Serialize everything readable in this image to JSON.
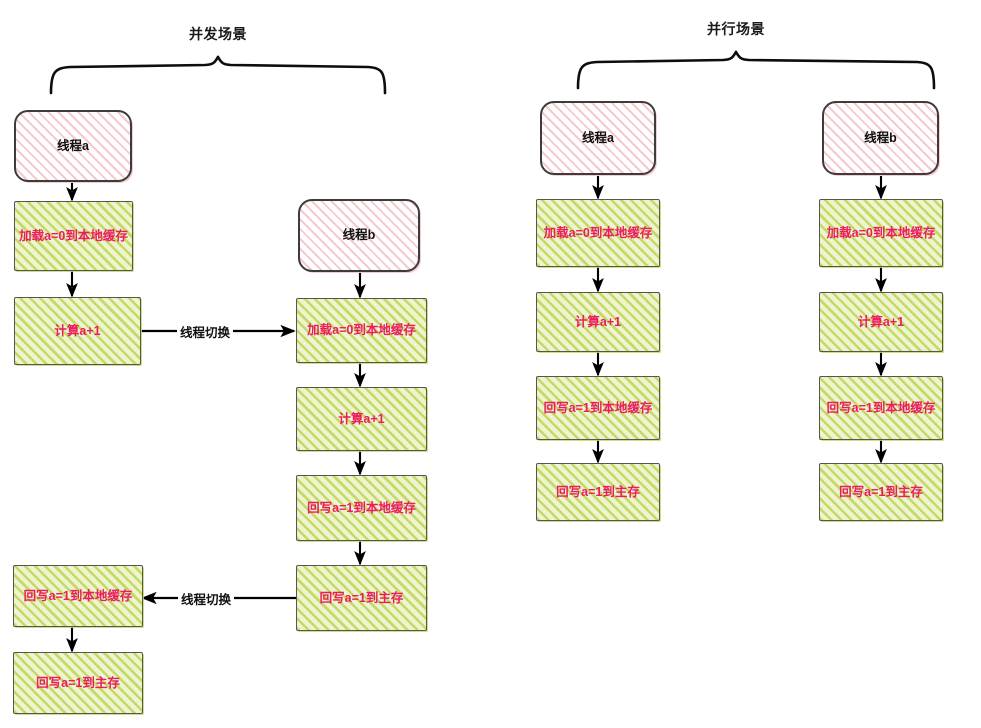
{
  "diagram": {
    "title_left": "并发场景",
    "title_right": "并行场景",
    "labels": {
      "thread_a": "线程a",
      "thread_b": "线程b",
      "load": "加载a=0到本地缓存",
      "compute": "计算a+1",
      "write_cache": "回写a=1到本地缓存",
      "write_main": "回写a=1到主存",
      "switch": "线程切换"
    },
    "colors": {
      "thread_fill": "#f6c9cd",
      "thread_border": "#3c3c3c",
      "proc_fill": "#c3da66",
      "proc_border": "#555555",
      "proc_text": "#ee1a62",
      "title_text": "#1b1b1b",
      "arrow": "#000000"
    },
    "sections": [
      {
        "name": "concurrent",
        "title": "并发场景",
        "columns": [
          {
            "name": "thread-a-column",
            "nodes": [
              {
                "type": "thread",
                "text": "线程a"
              },
              {
                "type": "proc",
                "text": "加载a=0到本地缓存"
              },
              {
                "type": "proc",
                "text": "计算a+1"
              },
              {
                "type": "proc",
                "text": "回写a=1到本地缓存"
              },
              {
                "type": "proc",
                "text": "回写a=1到主存"
              }
            ]
          },
          {
            "name": "thread-b-column",
            "nodes": [
              {
                "type": "thread",
                "text": "线程b"
              },
              {
                "type": "proc",
                "text": "加载a=0到本地缓存"
              },
              {
                "type": "proc",
                "text": "计算a+1"
              },
              {
                "type": "proc",
                "text": "回写a=1到本地缓存"
              },
              {
                "type": "proc",
                "text": "回写a=1到主存"
              }
            ]
          }
        ],
        "switch_labels": [
          "线程切换",
          "线程切换"
        ]
      },
      {
        "name": "parallel",
        "title": "并行场景",
        "columns": [
          {
            "name": "thread-a-column",
            "nodes": [
              {
                "type": "thread",
                "text": "线程a"
              },
              {
                "type": "proc",
                "text": "加载a=0到本地缓存"
              },
              {
                "type": "proc",
                "text": "计算a+1"
              },
              {
                "type": "proc",
                "text": "回写a=1到本地缓存"
              },
              {
                "type": "proc",
                "text": "回写a=1到主存"
              }
            ]
          },
          {
            "name": "thread-b-column",
            "nodes": [
              {
                "type": "thread",
                "text": "线程b"
              },
              {
                "type": "proc",
                "text": "加载a=0到本地缓存"
              },
              {
                "type": "proc",
                "text": "计算a+1"
              },
              {
                "type": "proc",
                "text": "回写a=1到本地缓存"
              },
              {
                "type": "proc",
                "text": "回写a=1到主存"
              }
            ]
          }
        ]
      }
    ]
  }
}
